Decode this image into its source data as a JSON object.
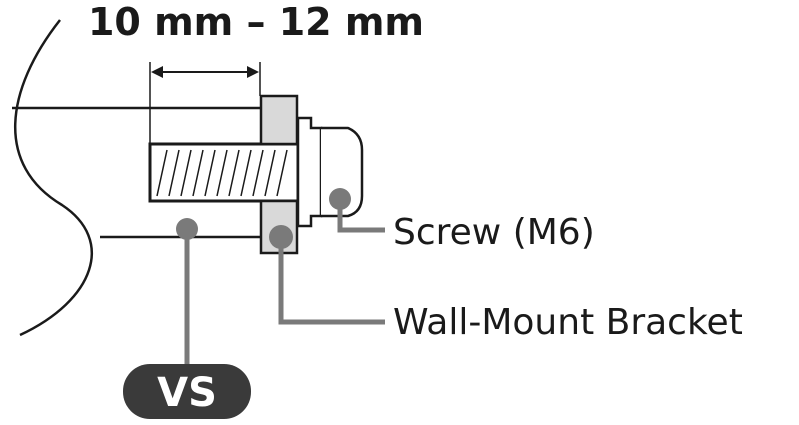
{
  "dimension": {
    "label": "10 mm – 12 mm"
  },
  "callouts": {
    "screw": "Screw (M6)",
    "bracket": "Wall-Mount Bracket"
  },
  "badge": {
    "label": "VS"
  },
  "colors": {
    "outline": "#1a1a1a",
    "leader": "#7a7a7a",
    "bracket_fill": "#d9d9d9",
    "badge_fill": "#3a3a3a",
    "badge_text": "#ffffff"
  }
}
